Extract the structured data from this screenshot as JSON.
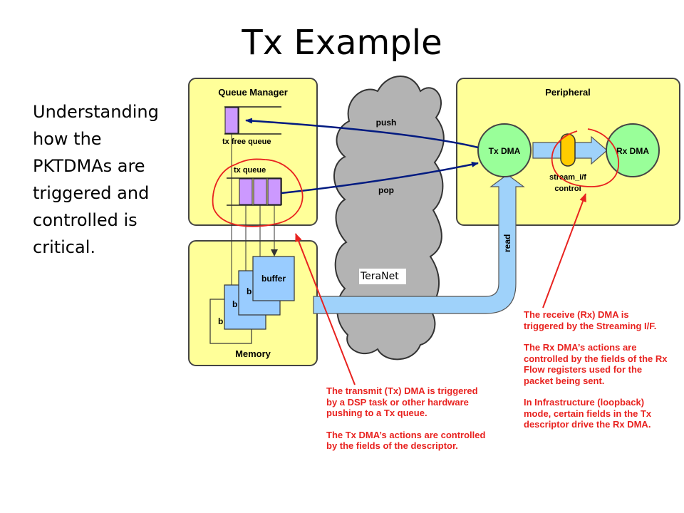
{
  "title": "Tx Example",
  "intro_text": "Understanding how the PKTDMAs are triggered and controlled is critical.",
  "queue_manager": {
    "label": "Queue Manager",
    "tx_free_queue_label": "tx free queue",
    "tx_queue_label": "tx queue"
  },
  "memory": {
    "label": "Memory",
    "buffer_label": "buffer",
    "buffer_short_label": "b"
  },
  "teranet": {
    "label": "TeraNet",
    "push_label": "push",
    "pop_label": "pop",
    "read_label": "read"
  },
  "peripheral": {
    "label": "Peripheral",
    "tx_dma_label": "Tx DMA",
    "rx_dma_label": "Rx DMA",
    "stream_label": "stream_i/f",
    "control_label": "control"
  },
  "notes": {
    "tx": [
      "The transmit (Tx) DMA is triggered by a DSP task or other hardware pushing to a Tx queue.",
      "The Tx DMA’s actions are controlled by the fields of the descriptor."
    ],
    "rx": [
      "The receive (Rx) DMA is triggered by the Streaming I/F.",
      "The Rx DMA’s actions are controlled by the fields of the Rx Flow registers used for the packet being sent.",
      "In Infrastructure (loopback) mode, certain fields in the Tx descriptor drive the Rx DMA."
    ]
  },
  "colors": {
    "box_fill": "#ffff99",
    "queue_entry": "#cc99ff",
    "buffer_fill": "#99ccff",
    "cloud_fill": "#b3b3b3",
    "dma_fill": "#99ff99",
    "arrow_fill": "#9fd2fa",
    "arrow_line": "#001a80",
    "annotation_red": "#e8221f",
    "control_fill": "#ffcc00"
  }
}
